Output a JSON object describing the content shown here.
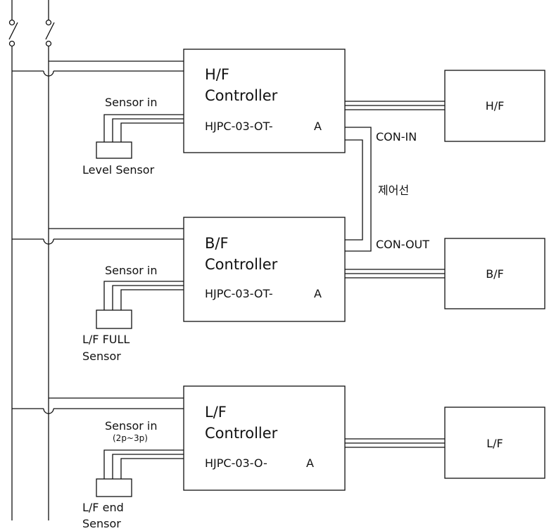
{
  "controllers": [
    {
      "name_line1": "H/F",
      "name_line2": "Controller",
      "model": "HJPC-03-OT-",
      "suffix": "A",
      "sensor_in": "Sensor in",
      "sensor_in_note": "",
      "sensor_label_1": "Level Sensor",
      "sensor_label_2": ""
    },
    {
      "name_line1": "B/F",
      "name_line2": "Controller",
      "model": "HJPC-03-OT-",
      "suffix": "A",
      "sensor_in": "Sensor in",
      "sensor_in_note": "",
      "sensor_label_1": "L/F FULL",
      "sensor_label_2": "Sensor"
    },
    {
      "name_line1": "L/F",
      "name_line2": "Controller",
      "model": "HJPC-03-O-",
      "suffix": "A",
      "sensor_in": "Sensor in",
      "sensor_in_note": "(2p~3p)",
      "sensor_label_1": "L/F end",
      "sensor_label_2": "Sensor"
    }
  ],
  "loads": [
    "H/F",
    "B/F",
    "L/F"
  ],
  "control_line": {
    "con_in": "CON-IN",
    "con_out": "CON-OUT",
    "label": "제어선"
  }
}
